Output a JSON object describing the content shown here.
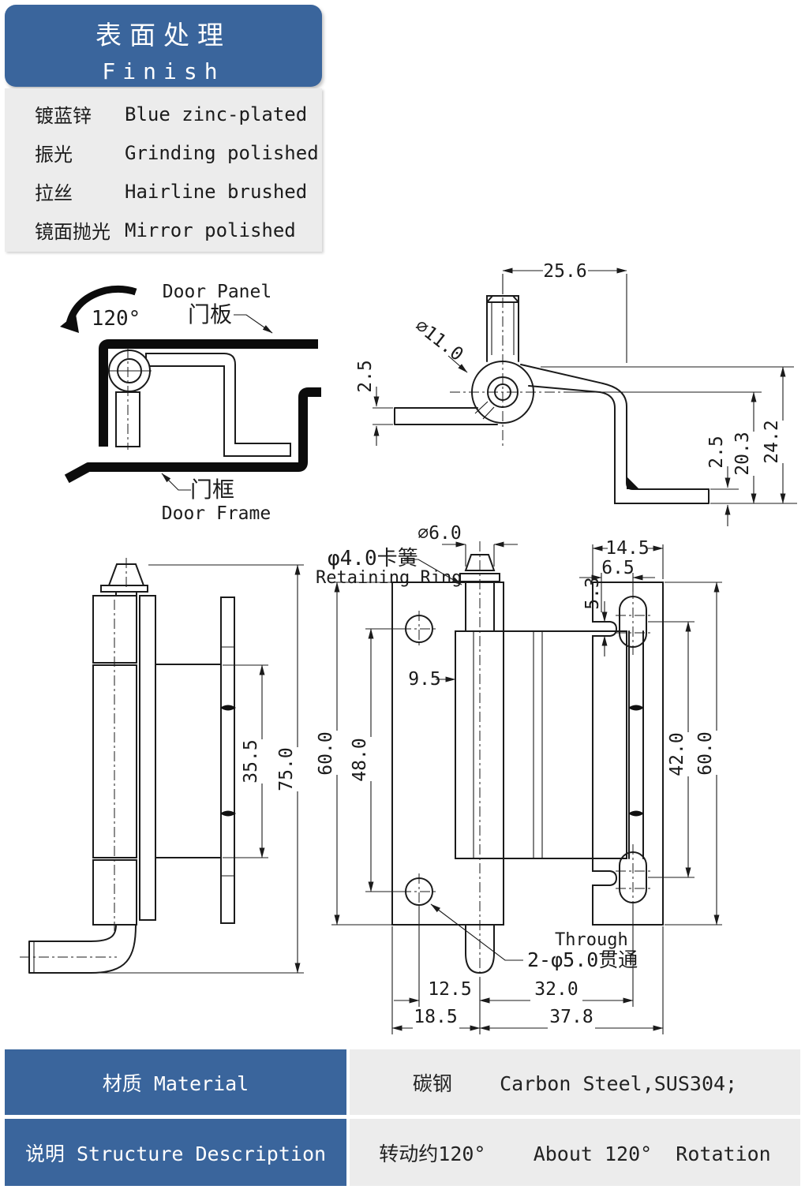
{
  "finish_table": {
    "title_zh": "表面处理",
    "title_en": "Finish",
    "rows": [
      {
        "zh": "镀蓝锌",
        "en": "Blue zinc-plated"
      },
      {
        "zh": "振光",
        "en": "Grinding polished"
      },
      {
        "zh": "拉丝",
        "en": "Hairline brushed"
      },
      {
        "zh": "镜面抛光",
        "en": "Mirror polished"
      }
    ]
  },
  "door_diagram": {
    "angle": "120°",
    "panel_en": "Door Panel",
    "panel_zh": "门板",
    "frame_zh": "门框",
    "frame_en": "Door Frame"
  },
  "profile_view": {
    "dim_width": "25.6",
    "dim_diameter": "⌀11.0",
    "dim_plate_thickness": "2.5",
    "dim_foot_thickness": "2.5",
    "dim_drop": "20.3",
    "dim_total_height": "24.2"
  },
  "side_view": {
    "dim_inner": "35.5",
    "dim_overall": "75.0"
  },
  "front_view": {
    "dim_pin_diameter": "⌀6.0",
    "ring_label_zh": "φ4.0卡簧",
    "ring_label_en": "Retaining Ring",
    "dim_plate_width": "14.5",
    "dim_slot_edge": "6.5",
    "dim_notch": "5.3",
    "dim_left_outer": "60.0",
    "dim_left_inner": "48.0",
    "dim_offset": "9.5",
    "dim_right_inner": "42.0",
    "dim_right_outer": "60.0",
    "through_en": "Through",
    "through_zh": "2-φ5.0贯通",
    "dim_hole_to_pin": "12.5",
    "dim_pin_to_slot": "32.0",
    "dim_left_width": "18.5",
    "dim_right_width": "37.8"
  },
  "spec_table": {
    "rows": [
      {
        "label": "材质 Material",
        "value": "碳钢    Carbon Steel,SUS304;"
      },
      {
        "label": "说明 Structure Description",
        "value": "转动约120°    About 120°  Rotation"
      }
    ]
  },
  "colors": {
    "accent_blue": "#3A659C",
    "panel_gray": "#ECECEC",
    "line": "#1B1B1B"
  }
}
